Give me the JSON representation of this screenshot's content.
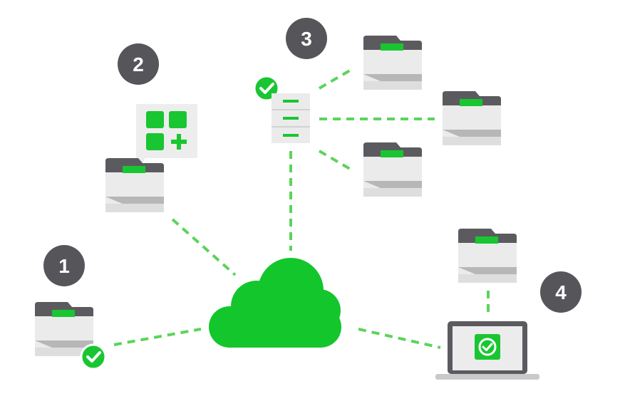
{
  "steps": [
    {
      "number": "1"
    },
    {
      "number": "2"
    },
    {
      "number": "3"
    },
    {
      "number": "4"
    }
  ],
  "colors": {
    "accent_green": "#19c631",
    "cloud_green": "#13c62c",
    "badge_gray": "#56565a",
    "printer_dark": "#5b5b5f",
    "printer_body": "#ebebeb",
    "link_dashes": "#5bd45b"
  },
  "icons": [
    "cloud-icon",
    "printer-icon",
    "server-icon",
    "apps-add-icon",
    "laptop-icon",
    "check-circle-icon"
  ]
}
